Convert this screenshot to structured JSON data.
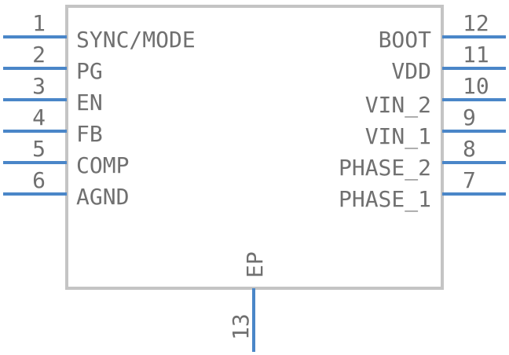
{
  "pins_left": [
    {
      "number": "1",
      "name": "SYNC/MODE"
    },
    {
      "number": "2",
      "name": "PG"
    },
    {
      "number": "3",
      "name": "EN"
    },
    {
      "number": "4",
      "name": "FB"
    },
    {
      "number": "5",
      "name": "COMP"
    },
    {
      "number": "6",
      "name": "AGND"
    }
  ],
  "pins_right": [
    {
      "number": "12",
      "name": "BOOT"
    },
    {
      "number": "11",
      "name": "VDD"
    },
    {
      "number": "10",
      "name": "VIN_2"
    },
    {
      "number": "9",
      "name": "VIN_1"
    },
    {
      "number": "8",
      "name": "PHASE_2"
    },
    {
      "number": "7",
      "name": "PHASE_1"
    }
  ],
  "pin_bottom": {
    "number": "13",
    "name": "EP"
  },
  "colors": {
    "pin": "#4a86c8",
    "body_outline": "#c4c4c4",
    "text": "#707070"
  }
}
